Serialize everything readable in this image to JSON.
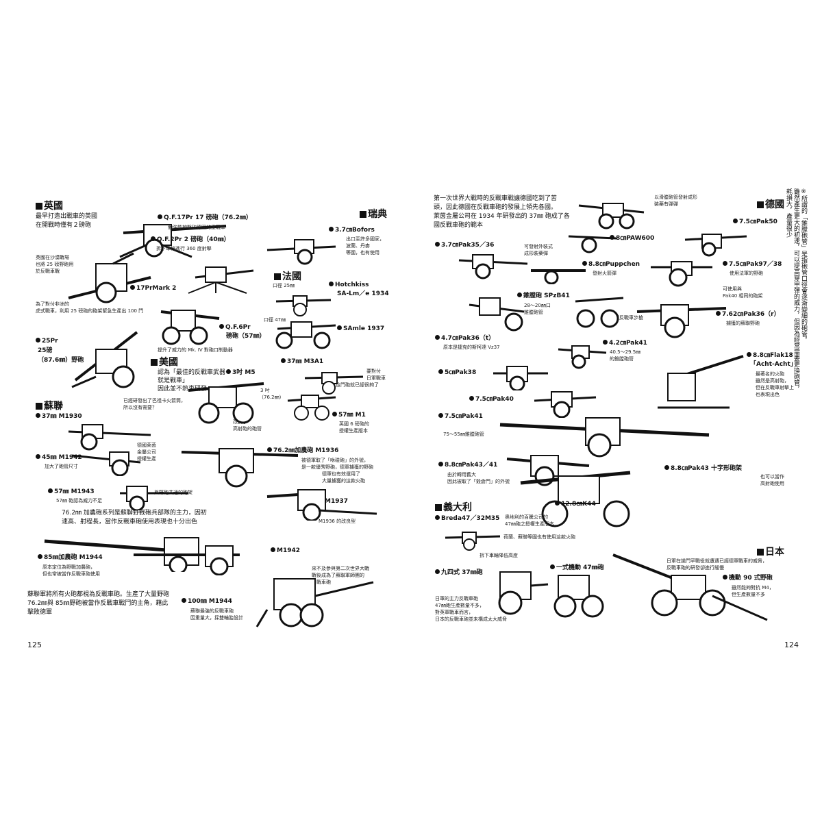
{
  "left_page": {
    "page_number": "125",
    "sections": {
      "uk": "英國",
      "sweden": "瑞典",
      "france": "法國",
      "usa": "美國",
      "ussr": "蘇聯"
    },
    "intro_uk": [
      "最早打造出戰車的英國",
      "在開戰時僅有２磅砲"
    ],
    "labels": {
      "qf17pr": "Q.F.17Pr 17 磅砲（76.2㎜）",
      "qf2pr": "Q.F.2Pr 2 磅砲（40㎜）",
      "pr17mark2": "17PrMark 2",
      "qf6pr_1": "Q.F.6Pr",
      "qf6pr_2": "磅砲（57㎜）",
      "pr25_1": "25Pr",
      "pr25_2": "25磅",
      "pr25_3": "（87.6㎜）野砲",
      "bofors": "3.7㎝Bofors",
      "hotchkiss_1": "Hotchkiss",
      "hotchkiss_2": "SA-Lm／e 1934",
      "samle": "SAmle 1937",
      "m3a1": "37㎜ M3A1",
      "m5": "3吋 M5",
      "m1": "57㎜ M1",
      "m1930": "37㎜ M1930",
      "m1942a": "45㎜ M1942",
      "m1936": "76.2㎜加農砲 M1936",
      "m1943": "57㎜ M1943",
      "m1937": "M1937",
      "m1944_85": "85㎜加農砲 M1944",
      "m1942b": "M1942",
      "m1944_100": "100㎜ M1944"
    },
    "notes": {
      "qf17pr": "勉強能夠擊破德國的重戰車",
      "qf2pr": "拆下車輪進行 360 度射擊",
      "uk_desert": [
        "英國在沙漠戰場",
        "也將 25 磅野砲用",
        "於反戰車戰"
      ],
      "tiger": [
        "為了對付非洲的",
        "虎式戰車，利用 25 磅砲的砲架緊急生產出 100 門"
      ],
      "qf6pr": "提升了威力的 Mk. IV 對砲口制動器",
      "bofors": [
        "出口至許多國家，",
        "波蘭、丹麥",
        "等國，也有使用"
      ],
      "caliber25": "口徑 25㎜",
      "caliber47": "口徑 47㎜",
      "usa_intro": [
        "認為「最佳的反戰車武器",
        "就是戰車」",
        "因此並不熱衷研發"
      ],
      "bazooka": [
        "已經研發出了巴祖卡火箭筒，",
        "所以沒有需要？"
      ],
      "m5_bore": [
        "3 吋",
        "（76.2㎜）"
      ],
      "m5_mod": [
        "改良了",
        "高射砲的砲管"
      ],
      "m3a1": [
        "要對付",
        "日軍戰車",
        "這門砲就已經很夠了"
      ],
      "m1": [
        "英國 6 磅砲的",
        "授權生產版本"
      ],
      "license": [
        "德國萊茵",
        "金屬公司",
        "授權生產"
      ],
      "m1942": "加大了砲管尺寸",
      "m1943_shared": "與野砲共通的砲架",
      "m1943_power": "57㎜ 砲認為威力不足",
      "m1936": [
        "被德軍取了「咻碰砲」的外號，",
        "是一款優秀野砲，德軍擄獲的野砲",
        "德軍也有效運用了",
        "大量擄獲的這款火砲"
      ],
      "ussr_main": [
        "76.2㎜ 加農砲系列是蘇聯野戰砲兵部隊的主力，因初",
        "速高、射程長，當作反戰車砲使用表現也十分出色"
      ],
      "m1937": "M1936 的改良型",
      "m1944_85": [
        "原本定位為野戰加農砲，",
        "但也常被當作反戰車砲使用"
      ],
      "late": [
        "來不及參與第二次世界大戰",
        "戰後成為了蘇聯軍師團的",
        "反戰車砲"
      ],
      "ussr_all": [
        "蘇聯軍將所有火砲都視為反戰車砲。生產了大量野砲",
        "76.2㎜與 85㎜野砲被當作反戰車戰鬥的主角，藉此",
        "擊敗德軍"
      ],
      "m1944_100": [
        "蘇聯最強的反戰車砲",
        "因重量大，採雙輪胎設計"
      ]
    }
  },
  "right_page": {
    "page_number": "124",
    "sections": {
      "germany": "德國",
      "italy": "義大利",
      "japan": "日本"
    },
    "intro_germany": [
      "第一次世界大戰時的反戰車戰讓德國吃到了苦",
      "頭，因此德國在反戰車砲的發展上領先各國。",
      "萊茵金屬公司在 1934 年研發出的 37㎜ 砲成了各",
      "國反戰車砲的範本"
    ],
    "labels": {
      "pak35": "3.7㎝Pak35／36",
      "paw600": "8㎝PAW600",
      "pak50": "7.5㎝Pak50",
      "puppchen": "8.8㎝Puppchen",
      "pak97": "7.5㎝Pak97／38",
      "szb41": "錐膛砲 SPzB41",
      "pak36t": "4.7㎝Pak36（t）",
      "pak36r": "7.62㎝Pak36（r）",
      "pak41_42": "4.2㎝Pak41",
      "flak18_1": "8.8㎝Flak18",
      "flak18_2": "「Acht-Acht」",
      "pak38": "5㎝Pak38",
      "pak40": "7.5㎝Pak40",
      "pak41_75": "7.5㎝Pak41",
      "pak43_41": "8.8㎝Pak43／41",
      "pak43": "8.8㎝Pak43 十字形砲架",
      "k44": "12.8㎝K44",
      "breda": "Breda47／32M35",
      "type94": "九四式 37㎜砲",
      "type1": "一式機動 47㎜砲",
      "type90": "機動 90 式野砲"
    },
    "notes": {
      "shaped": [
        "以滑膛砲管發射成形",
        "裝藥有彈彈"
      ],
      "shaped2": [
        "可發射外裝式",
        "成形裝藥彈"
      ],
      "rocket": "發射火箭彈",
      "pak97": "使用法軍的野砲",
      "pak40mount": [
        "可使用與",
        "Pak40 相同的砲架"
      ],
      "szb41_bore": [
        "28～20㎜口",
        "錐膛砲管"
      ],
      "szb41_type": "重型反戰車步槍",
      "pak36r": "擄獲的蘇聯野砲",
      "pak36t": "原本是捷克的斯柯達 Vz37",
      "pak41_42": [
        "40.5～29.5㎜",
        "的錐膛砲管"
      ],
      "flak18": [
        "最著名的火砲",
        "雖然是高射砲，",
        "但在反戰車射擊上",
        "也表現出色"
      ],
      "pak41_75": "75～55㎜錐膛砲管",
      "pak43_41": [
        "由於轉用舊大",
        "因此被取了「穀倉門」的外號"
      ],
      "pak43": [
        "也可以當作",
        "高射砲使用"
      ],
      "breda": [
        "奧地利的百騰公司的",
        "47㎜砲之授權生產版本"
      ],
      "breda2": "荷蘭、蘇聯等國也有使用這款火砲",
      "breda3": "拆下車輪降低高度",
      "japan": [
        "日軍在諾門罕戰役就遭遇已經德軍戰車的威脅，",
        "反戰車砲的研發卻進行緩慢"
      ],
      "type90": [
        "雖然能夠對抗 M4，",
        "但生產數量不多"
      ],
      "japan2": [
        "日軍的主力反戰車砲",
        "47㎜砲生產數量不多，",
        "對英軍戰車而言，",
        "日本的反戰車砲並未構成太大威脅"
      ]
    },
    "side_note": [
      "※所謂的「錐膛砲管」是指砲管口徑會逐漸變細的砲管，",
      "雖然產生更大的初速，可以提高穿甲彈的威力，但因為經常需要更換砲管，",
      "耗損大，產量很少"
    ]
  }
}
